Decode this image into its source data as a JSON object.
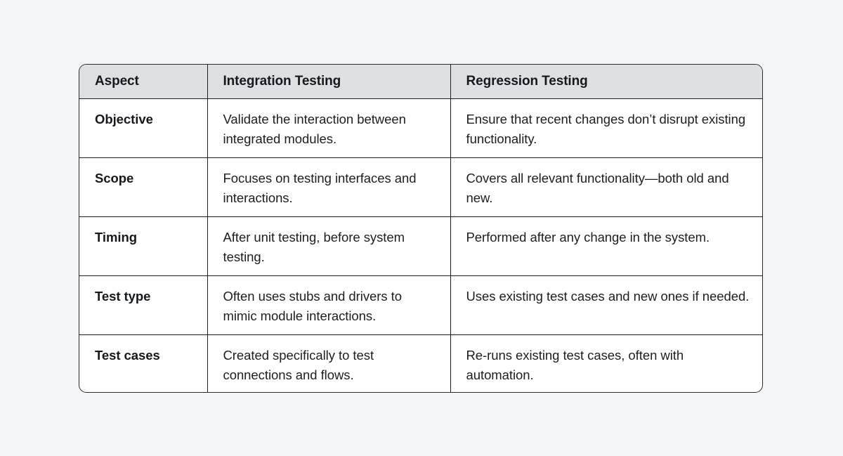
{
  "page": {
    "background_color": "#f5f6f8",
    "table_border_color": "#2b2b2b",
    "header_background_color": "#dde1e4",
    "text_color": "#1b1e22"
  },
  "table": {
    "columns": [
      "Aspect",
      "Integration Testing",
      "Regression Testing"
    ],
    "rows": [
      {
        "aspect": "Objective",
        "integration_testing": "Validate the interaction between integrated modules.",
        "regression_testing": "Ensure that recent changes don’t disrupt existing functionality."
      },
      {
        "aspect": "Scope",
        "integration_testing": "Focuses on testing interfaces and interactions.",
        "regression_testing": "Covers all relevant functionality—both old and new."
      },
      {
        "aspect": "Timing",
        "integration_testing": "After unit testing, before system testing.",
        "regression_testing": "Performed after any change in the system."
      },
      {
        "aspect": "Test type",
        "integration_testing": "Often uses stubs and drivers to mimic module interactions.",
        "regression_testing": "Uses existing test cases and new ones if needed."
      },
      {
        "aspect": "Test cases",
        "integration_testing": "Created specifically to test connections and flows.",
        "regression_testing": "Re-runs existing test cases, often with automation."
      }
    ]
  }
}
